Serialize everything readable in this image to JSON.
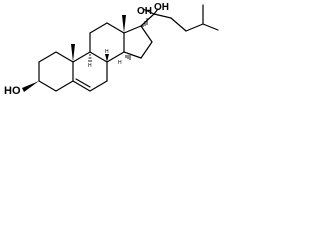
{
  "atom_labels": {
    "hydroxyl_c3": "HO",
    "hydroxyl_c20": "OH",
    "hydroxyl_c17": "OH",
    "stereo_h_c9": "H",
    "stereo_h_c8": "H",
    "stereo_h_c14": "H"
  },
  "colors": {
    "background": "#ffffff",
    "bonds": "#000000",
    "text": "#000000"
  }
}
